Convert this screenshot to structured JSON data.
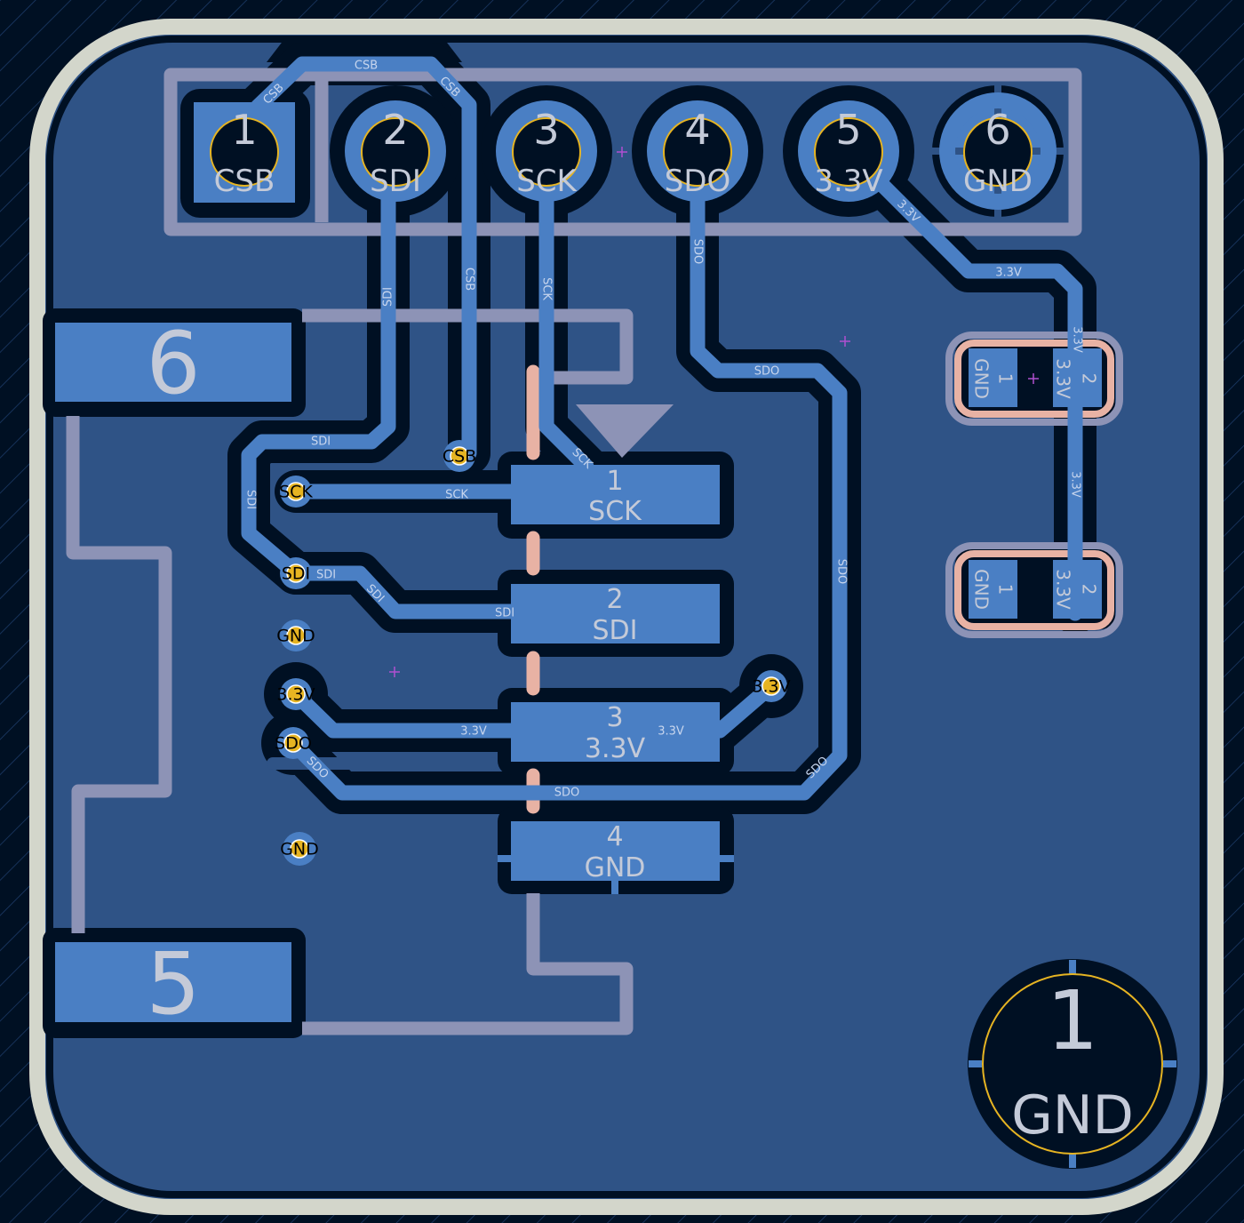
{
  "header_connector": {
    "pads": [
      {
        "number": "1",
        "net": "CSB"
      },
      {
        "number": "2",
        "net": "SDI"
      },
      {
        "number": "3",
        "net": "SCK"
      },
      {
        "number": "4",
        "net": "SDO"
      },
      {
        "number": "5",
        "net": "3.3V"
      },
      {
        "number": "6",
        "net": "GND"
      }
    ]
  },
  "sensor_pads": [
    {
      "number": "1",
      "net": "SCK"
    },
    {
      "number": "2",
      "net": "SDI"
    },
    {
      "number": "3",
      "net": "3.3V"
    },
    {
      "number": "4",
      "net": "GND"
    }
  ],
  "edge_pads": [
    {
      "number": "6"
    },
    {
      "number": "5"
    }
  ],
  "capacitors": [
    {
      "pad1": {
        "number": "1",
        "net": "GND"
      },
      "pad2": {
        "number": "2",
        "net": "3.3V"
      }
    },
    {
      "pad1": {
        "number": "1",
        "net": "GND"
      },
      "pad2": {
        "number": "2",
        "net": "3.3V"
      }
    }
  ],
  "mounting_hole": {
    "number": "1",
    "net": "GND"
  },
  "vias": [
    {
      "net": "CSB"
    },
    {
      "net": "SCK"
    },
    {
      "net": "SDI"
    },
    {
      "net": "GND"
    },
    {
      "net": "3.3V"
    },
    {
      "net": "SDO"
    },
    {
      "net": "GND"
    },
    {
      "net": "3.3V"
    }
  ],
  "track_labels": [
    "CSB",
    "CSB",
    "CSB",
    "SDI",
    "CSB",
    "SCK",
    "SDO",
    "3.3V",
    "3.3V",
    "3.3V",
    "3.3V",
    "SDO",
    "SDO",
    "SDO",
    "SDO",
    "SDO",
    "3.3V",
    "3.3V",
    "SDI",
    "SDI",
    "SDI",
    "SDI",
    "SDI",
    "SCK",
    "SCK"
  ],
  "colors": {
    "background": "#001023",
    "copper_zone": "#2f5386",
    "copper_track": "#4a7fc4",
    "silkscreen": "#8d93b6",
    "courtyard": "#e8b2a4",
    "board_edge": "#d3d6cb",
    "drill_outline": "#e6b422"
  }
}
